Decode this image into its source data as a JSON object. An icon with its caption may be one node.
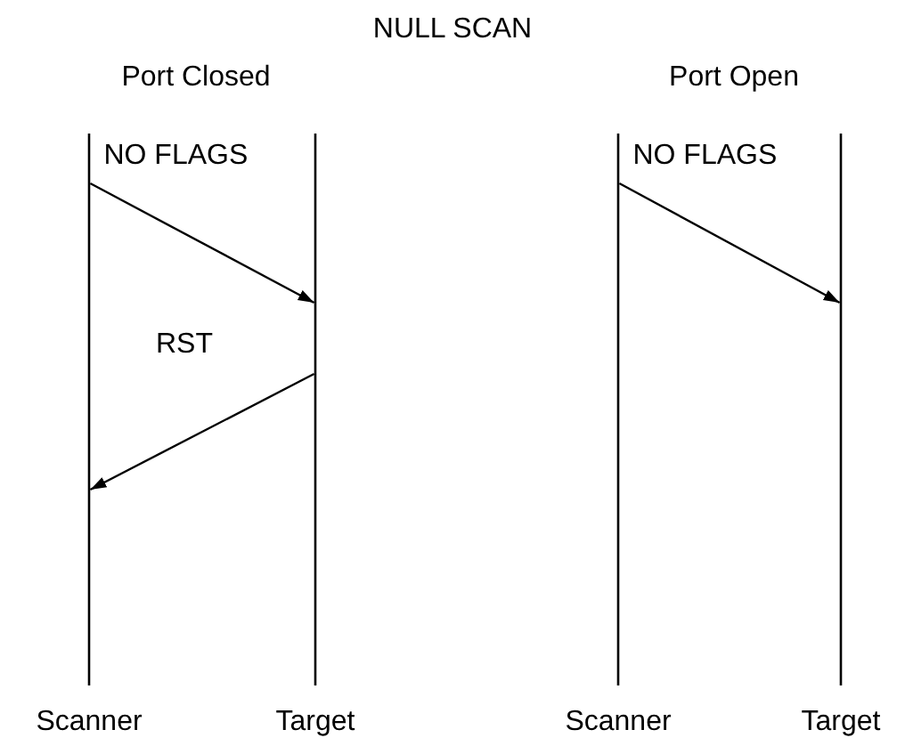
{
  "diagram": {
    "title": "NULL SCAN",
    "nodes": [
      {
        "text": [
          "Scanner"
        ]
      },
      {
        "text": [
          "Target"
        ]
      },
      {
        "text": [
          "Scanner"
        ]
      },
      {
        "text": [
          "Target"
        ]
      }
    ],
    "edges": [
      {
        "from": 0,
        "to": 1,
        "arrow": "to",
        "label": "NO FLAGS"
      },
      {
        "from": 1,
        "to": 0,
        "arrow": "to",
        "label": "RST"
      },
      {
        "from": 2,
        "to": 3,
        "arrow": "to",
        "label": "NO FLAGS"
      }
    ],
    "labels": [
      "Port Closed",
      "Port Open"
    ]
  }
}
